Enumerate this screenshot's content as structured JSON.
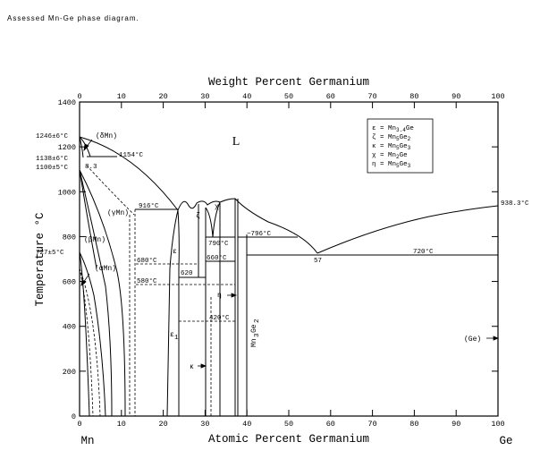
{
  "caption": "Assessed Mn-Ge phase diagram.",
  "diagram": {
    "top_axis_title": "Weight Percent Germanium",
    "bottom_axis_title": "Atomic Percent Germanium",
    "y_axis_title": "Temperature °C",
    "element_left": "Mn",
    "element_right": "Ge",
    "x_ticks": [
      "0",
      "10",
      "20",
      "30",
      "40",
      "50",
      "60",
      "70",
      "80",
      "90",
      "100"
    ],
    "top_ticks": [
      "0",
      "10",
      "20",
      "30",
      "40",
      "50",
      "60",
      "70",
      "80",
      "90",
      "100"
    ],
    "y_ticks": [
      "0",
      "200",
      "400",
      "600",
      "800",
      "1000",
      "1200",
      "1400"
    ],
    "liquid_label": "L",
    "legend": [
      {
        "sym": "ε",
        "formula": "= Mn",
        "sub": "3.4",
        "rest": "Ge"
      },
      {
        "sym": "ζ",
        "formula": "= Mn",
        "sub": "5",
        "rest": "Ge",
        "sub2": "2"
      },
      {
        "sym": "κ",
        "formula": "= Mn",
        "sub": "5",
        "rest": "Ge",
        "sub2": "3"
      },
      {
        "sym": "χ",
        "formula": "= Mn",
        "sub": "2",
        "rest": "Ge"
      },
      {
        "sym": "η",
        "formula": "= Mn",
        "sub": "5",
        "rest": "Ge",
        "sub2": "3"
      }
    ],
    "labels": {
      "t1246": "1246±6°C",
      "t1138": "1138±6°C",
      "t1100": "1100±5°C",
      "t727": "727±5°C",
      "t1154": "1154°C",
      "x8_3": "8.3",
      "delta_mn": "(δMn)",
      "gamma_mn": "(γMn)",
      "beta_mn": "(βMn)",
      "alpha_mn": "(αMn)",
      "t916": "916°C",
      "t680": "680°C",
      "t580": "580°C",
      "t620": "620",
      "t790": "790°C",
      "t660": "660°C",
      "t796": "~796°C",
      "t420": "420°C",
      "t720": "720°C",
      "t938": "938.3°C",
      "x57": "57",
      "eps": "ε",
      "eps1": "ε",
      "eps1_sub": "1",
      "zeta": "ζ",
      "chi": "χ",
      "kappa": "κ",
      "eta": "η",
      "mn3ge2": "Mn",
      "mn3ge2_a": "3",
      "mn3ge2_b": "Ge",
      "mn3ge2_c": "2",
      "ge_phase": "(Ge)"
    }
  }
}
